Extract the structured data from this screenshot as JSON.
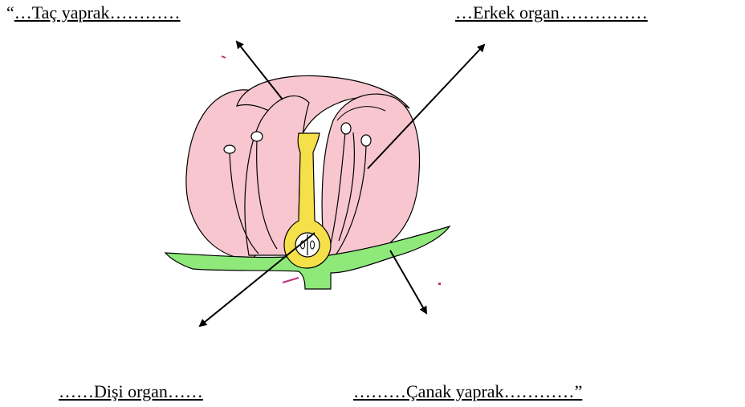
{
  "labels": {
    "top_left_open_quote": "“",
    "top_left": "…Taç yaprak…………",
    "top_right": "…Erkek organ……………",
    "bottom_left": "……Dişi organ……",
    "bottom_right": "………Çanak yaprak…………",
    "bottom_right_close_quote": "”"
  },
  "colors": {
    "petal": "#F7C6CE",
    "sepal": "#8EE97A",
    "pistil": "#F5E04A",
    "outline": "#000000",
    "accent_mark": "#C0307A"
  }
}
